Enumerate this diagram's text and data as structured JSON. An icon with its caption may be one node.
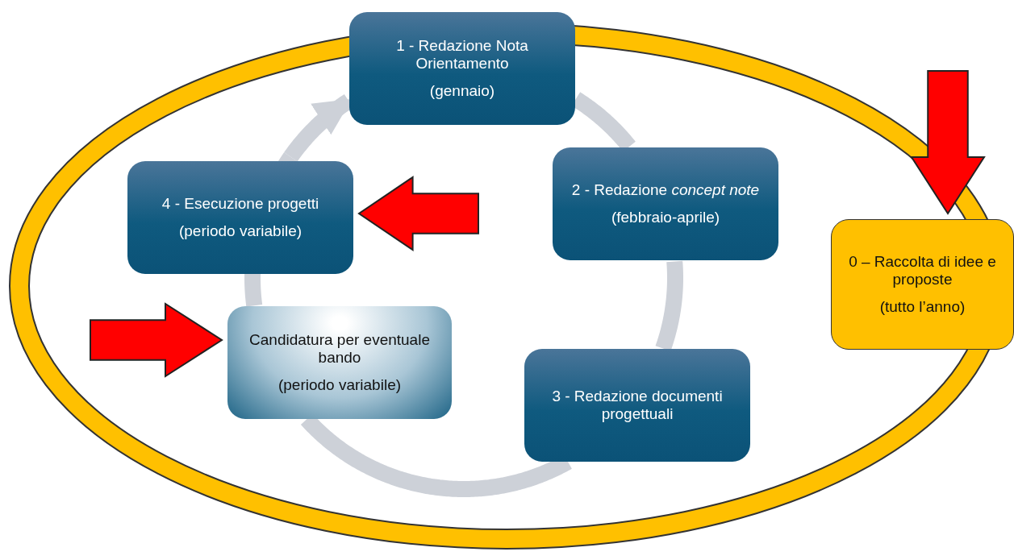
{
  "diagram": {
    "nodes": [
      {
        "text": [
          "1 - Redazione Nota Orientamento",
          "(gennaio)"
        ]
      },
      {
        "text": [
          "2 - Redazione *concept note*",
          "(febbraio-aprile)"
        ]
      },
      {
        "text": [
          "3 - Redazione documenti progettuali"
        ]
      },
      {
        "text": [
          "Candidatura per eventuale bando",
          "(periodo variabile)"
        ]
      },
      {
        "text": [
          "4 - Esecuzione progetti",
          "(periodo variabile)"
        ]
      },
      {
        "text": [
          "0 – Raccolta di idee e proposte",
          "(tutto l’anno)"
        ]
      }
    ],
    "edges": [
      {
        "from": 0,
        "to": 1,
        "arrow": "none"
      },
      {
        "from": 1,
        "to": 2,
        "arrow": "none"
      },
      {
        "from": 2,
        "to": 3,
        "arrow": "none"
      },
      {
        "from": 3,
        "to": 4,
        "arrow": "none"
      },
      {
        "from": 4,
        "to": 0,
        "arrow": "to"
      },
      {
        "from": null,
        "to": 5,
        "arrow": "to",
        "style": "thick",
        "color": "#ff0000"
      },
      {
        "from": null,
        "to": 4,
        "arrow": "to",
        "style": "thick",
        "color": "#ff0000"
      },
      {
        "from": null,
        "to": 3,
        "arrow": "to",
        "style": "thick",
        "color": "#ff0000"
      }
    ]
  }
}
